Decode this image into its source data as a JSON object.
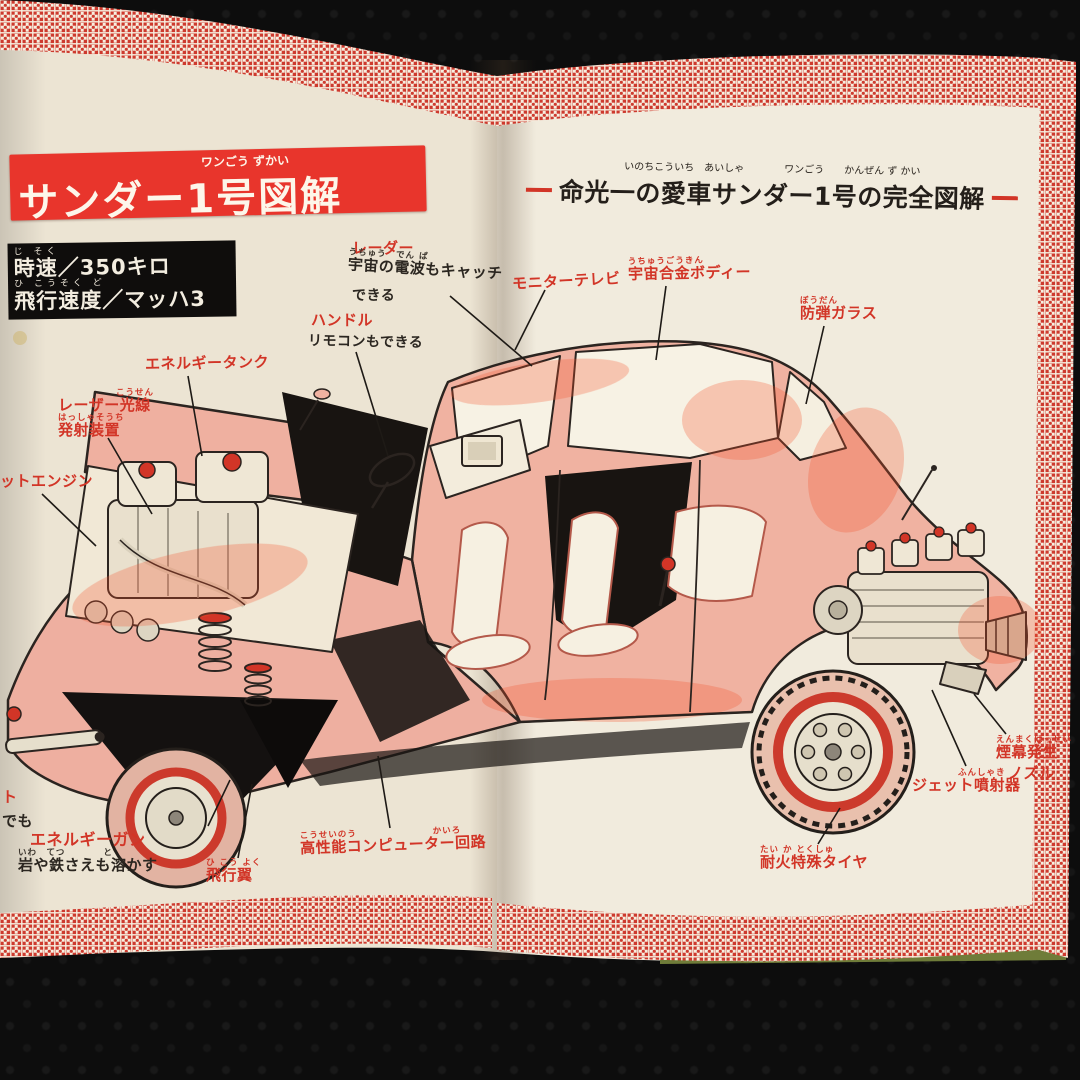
{
  "colors": {
    "accent_red": "#d23527",
    "banner_red": "#e8352c",
    "pattern_red": "#cd3a2e",
    "paper": "#efe8d8",
    "car_pink": "#f0b2a1",
    "background_black": "#0d0d0d",
    "cover_green": "#6f7c39"
  },
  "title_banner": {
    "furigana": "ワンごう ずかい",
    "text": "サンダー1号図解"
  },
  "spec_box": {
    "line1_furigana": "じ そく",
    "line1": "時速／350キロ",
    "line2_furigana": "ひ こうそく ど",
    "line2": "飛行速度／マッハ3"
  },
  "header": {
    "furigana": "いのちこういち　あいしゃ　　　　ワンごう　　かんぜん ず かい",
    "text": "命光一の愛車サンダー1号の完全図解"
  },
  "labels": {
    "radar": {
      "name": "レーダー",
      "desc_furigana": "うちゅう　でん ぱ",
      "desc1": "宇宙の電波もキャッチ",
      "desc2": "できる"
    },
    "monitor_tv": {
      "name": "モニターテレビ"
    },
    "space_alloy_body": {
      "furigana": "うちゅうごうきん",
      "name": "宇宙合金ボディー"
    },
    "bulletproof_glass": {
      "furigana": "ぼうだん",
      "name": "防弾ガラス"
    },
    "steering": {
      "name": "ハンドル",
      "desc": "リモコンもできる"
    },
    "energy_tank": {
      "name": "エネルギータンク"
    },
    "laser_line1": {
      "furigana": "こうせん",
      "name": "レーザー光線"
    },
    "laser_line2": {
      "furigana": "はっしゃそうち",
      "name": "発射装置"
    },
    "jet_engine": {
      "name": "ットエンジン"
    },
    "edge_fragment_red": {
      "name": "ト"
    },
    "edge_fragment_black": {
      "name": "でも"
    },
    "energy_gun": {
      "name": "エネルギーガン",
      "desc_furigana": "いわ　てつ　　　　と",
      "desc": "岩や鉄さえも溶かす"
    },
    "flight_wing": {
      "furigana": "ひ こう よく",
      "name": "飛行翼"
    },
    "computer": {
      "furigana": "こうせいのう　　　　　　　　かいろ",
      "name": "高性能コンピューター回路"
    },
    "fireproof_tire": {
      "furigana": "たい か とくしゅ",
      "name": "耐火特殊タイヤ"
    },
    "jet_injector": {
      "furigana": "ふんしゃき",
      "name": "ジェット噴射器"
    },
    "smoke_nozzle_line1": {
      "furigana": "えんまくはっせい",
      "name": "煙幕発生"
    },
    "smoke_nozzle_line2": {
      "name": "ノズル"
    }
  }
}
